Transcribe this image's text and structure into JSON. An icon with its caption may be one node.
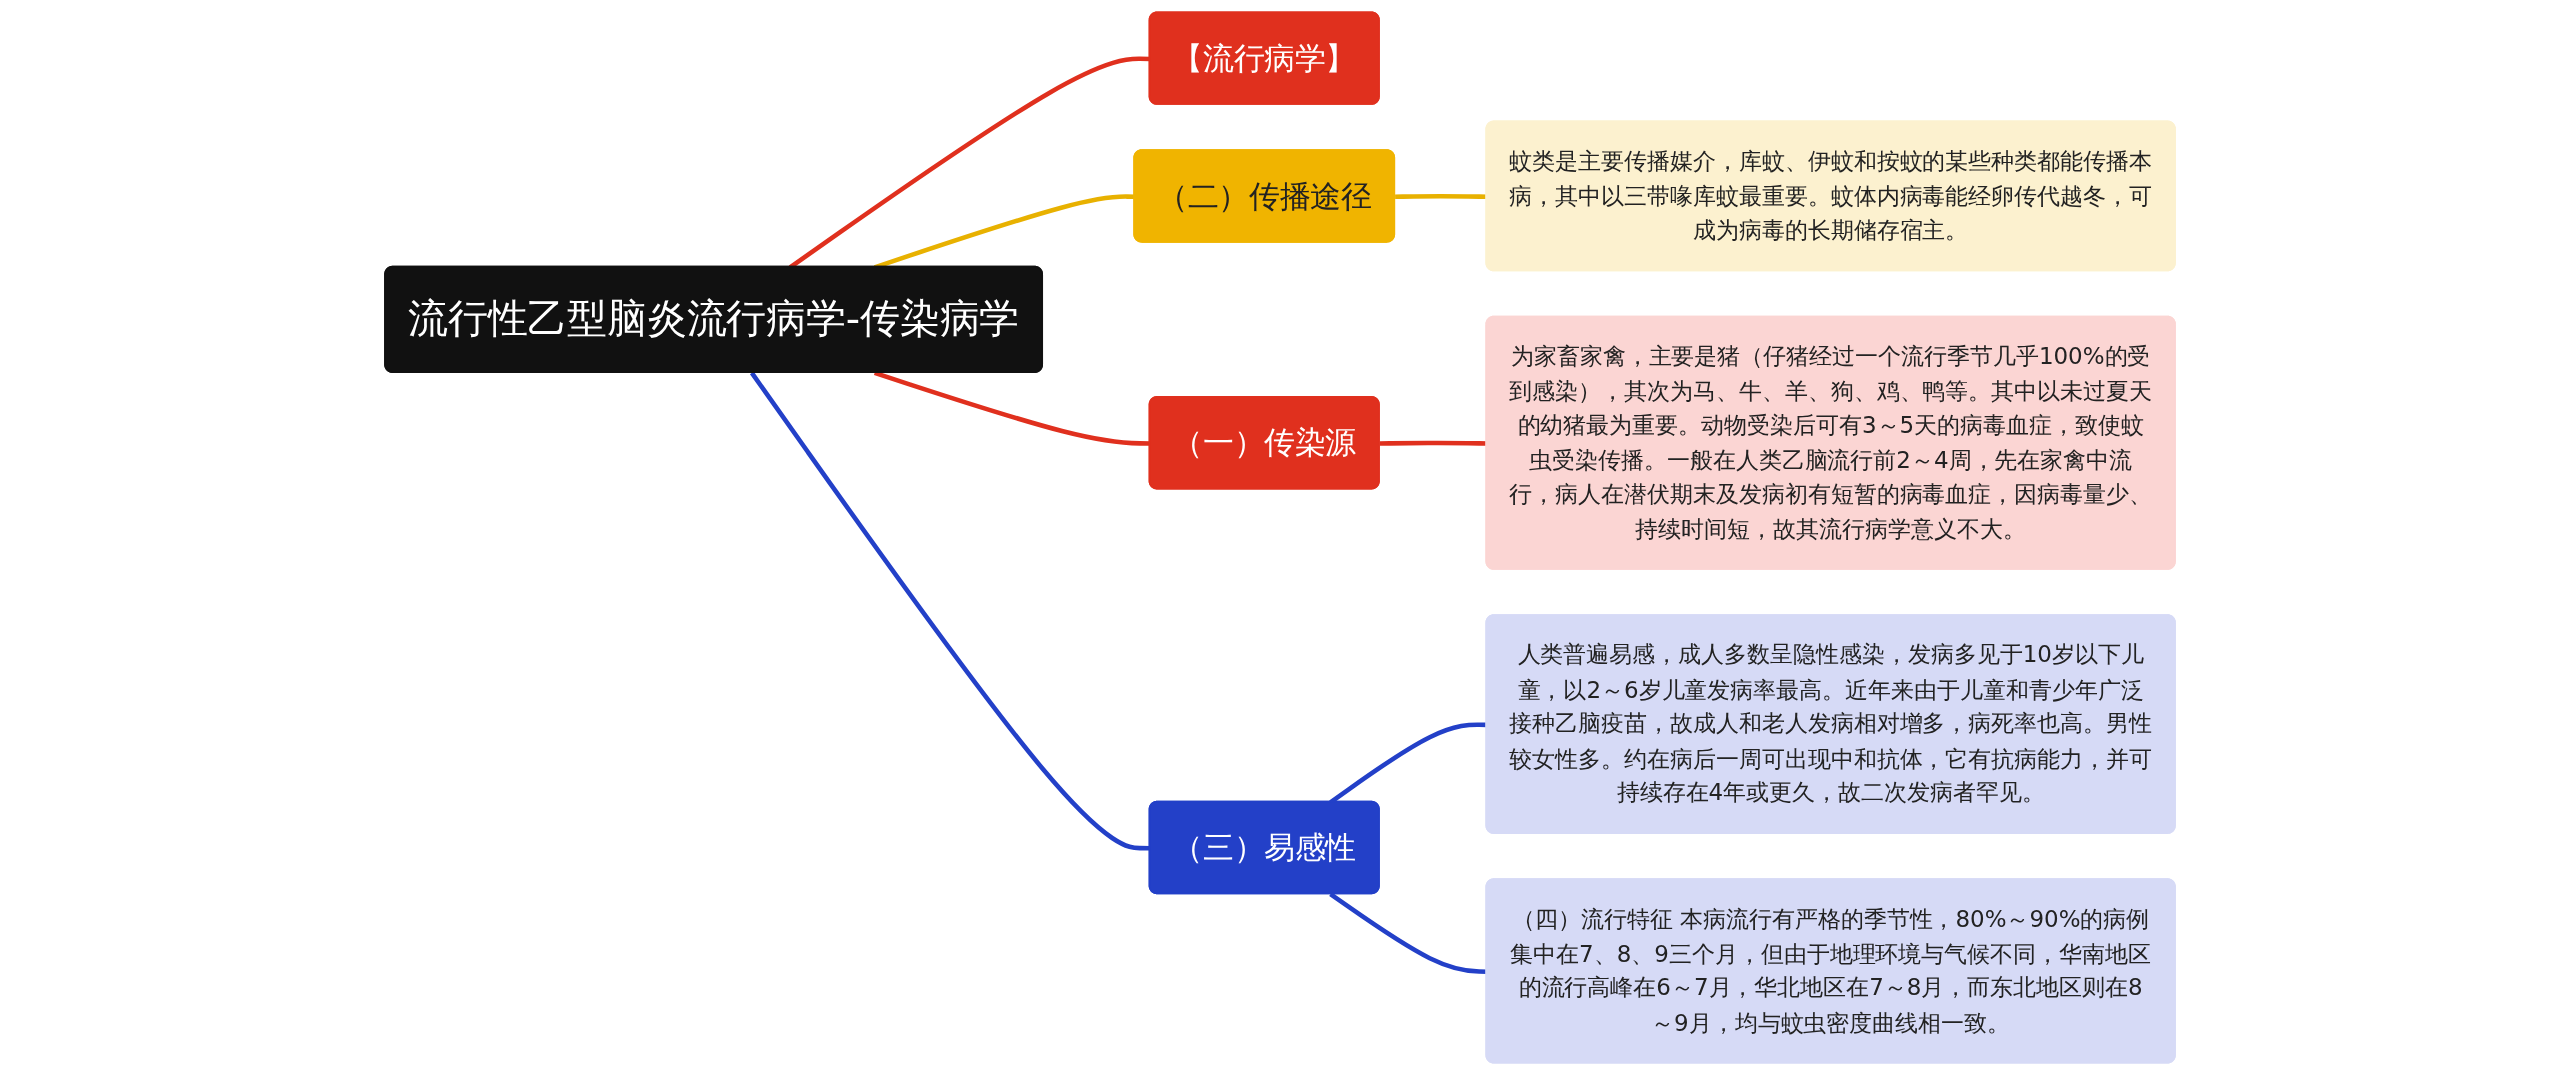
{
  "diagram": {
    "nodes": [
      {
        "text": [
          "流行性乙型脑炎流行病学-传染病学"
        ]
      },
      {
        "text": [
          "【流行病学】"
        ]
      },
      {
        "text": [
          "（二）传播途径"
        ]
      },
      {
        "text": [
          "蚊类是主要传播媒介，库蚊、伊蚊和按蚊的某些种类都能传播本病，其中以三带喙库蚊最重要。蚊体内病毒能经卵传代越冬，可成为病毒的长期储存宿主。"
        ]
      },
      {
        "text": [
          "（一）传染源"
        ]
      },
      {
        "text": [
          "为家畜家禽，主要是猪（仔猪经过一个流行季节几乎100%的受到感染），其次为马、牛、羊、狗、鸡、鸭等。其中以未过夏天的幼猪最为重要。动物受染后可有3～5天的病毒血症，致使蚊虫受染传播。一般在人类乙脑流行前2～4周，先在家禽中流行，病人在潜伏期末及发病初有短暂的病毒血症，因病毒量少、持续时间短，故其流行病学意义不大。"
        ]
      },
      {
        "text": [
          "（三）易感性"
        ]
      },
      {
        "text": [
          "人类普遍易感，成人多数呈隐性感染，发病多见于10岁以下儿童，以2～6岁儿童发病率最高。近年来由于儿童和青少年广泛接种乙脑疫苗，故成人和老人发病相对增多，病死率也高。男性较女性多。约在病后一周可出现中和抗体，它有抗病能力，并可持续存在4年或更久，故二次发病者罕见。"
        ]
      },
      {
        "text": [
          "（四）流行特征 本病流行有严格的季节性，80%～90%的病例集中在7、8、9三个月，但由于地理环境与气候不同，华南地区的流行高峰在6～7月，华北地区在7～8月，而东北地区则在8～9月，均与蚊虫密度曲线相一致。"
        ]
      }
    ],
    "edges": [
      {
        "from": 0,
        "to": 1,
        "arrow": "none",
        "color": "#e0301e"
      },
      {
        "from": 0,
        "to": 2,
        "arrow": "none",
        "color": "#e8b100"
      },
      {
        "from": 2,
        "to": 3,
        "arrow": "none",
        "color": "#e8b100"
      },
      {
        "from": 0,
        "to": 4,
        "arrow": "none",
        "color": "#e0301e"
      },
      {
        "from": 4,
        "to": 5,
        "arrow": "none",
        "color": "#e0301e"
      },
      {
        "from": 0,
        "to": 6,
        "arrow": "none",
        "color": "#2340c8"
      },
      {
        "from": 6,
        "to": 7,
        "arrow": "none",
        "color": "#2340c8"
      },
      {
        "from": 6,
        "to": 8,
        "arrow": "none",
        "color": "#2340c8"
      }
    ]
  }
}
